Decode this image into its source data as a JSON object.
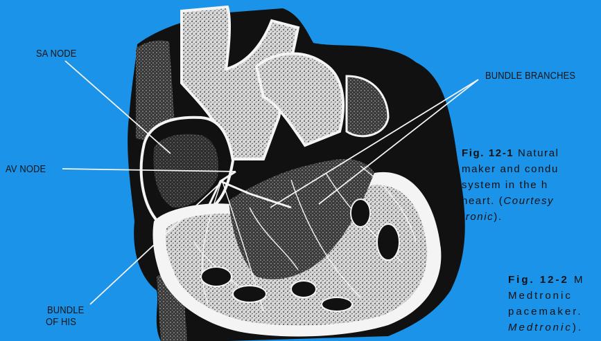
{
  "labels": {
    "sa_node": "SA NODE",
    "av_node": "AV NODE",
    "bundle_branches": "BUNDLE BRANCHES",
    "bundle_of_his_line1": "BUNDLE",
    "bundle_of_his_line2": "OF HIS"
  },
  "captions": {
    "fig1": {
      "number": "Fig. 12-1",
      "line1": "Natural",
      "line2": "maker and condu",
      "line3": "system in the h",
      "line4_plain": "heart. (",
      "line4_italic": "Courtesy",
      "line5_italic": "tronic",
      "line5_plain": ")."
    },
    "fig2": {
      "number": "Fig. 12-2",
      "line1_rest": "M",
      "line2": "Medtronic",
      "line3": "pacemaker.",
      "line4_italic": "Medtronic",
      "line4_plain": ")."
    }
  },
  "colors": {
    "background": "#1a93e8",
    "ink": "#141414",
    "paper": "#f4f4f4"
  }
}
